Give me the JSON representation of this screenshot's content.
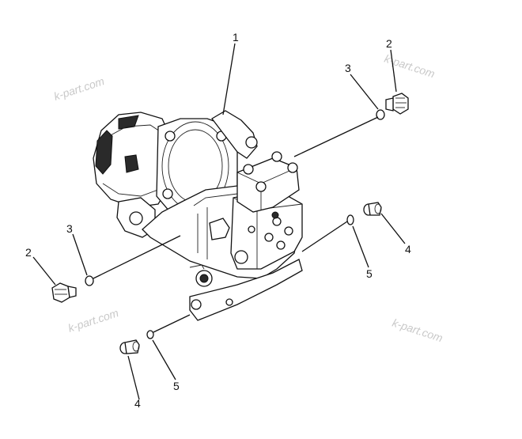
{
  "callouts": [
    {
      "id": "c1",
      "text": "1"
    },
    {
      "id": "c2a",
      "text": "2"
    },
    {
      "id": "c2b",
      "text": "2"
    },
    {
      "id": "c3a",
      "text": "3"
    },
    {
      "id": "c3b",
      "text": "3"
    },
    {
      "id": "c4a",
      "text": "4"
    },
    {
      "id": "c4b",
      "text": "4"
    },
    {
      "id": "c5a",
      "text": "5"
    },
    {
      "id": "c5b",
      "text": "5"
    }
  ],
  "watermark": "k-part.com"
}
